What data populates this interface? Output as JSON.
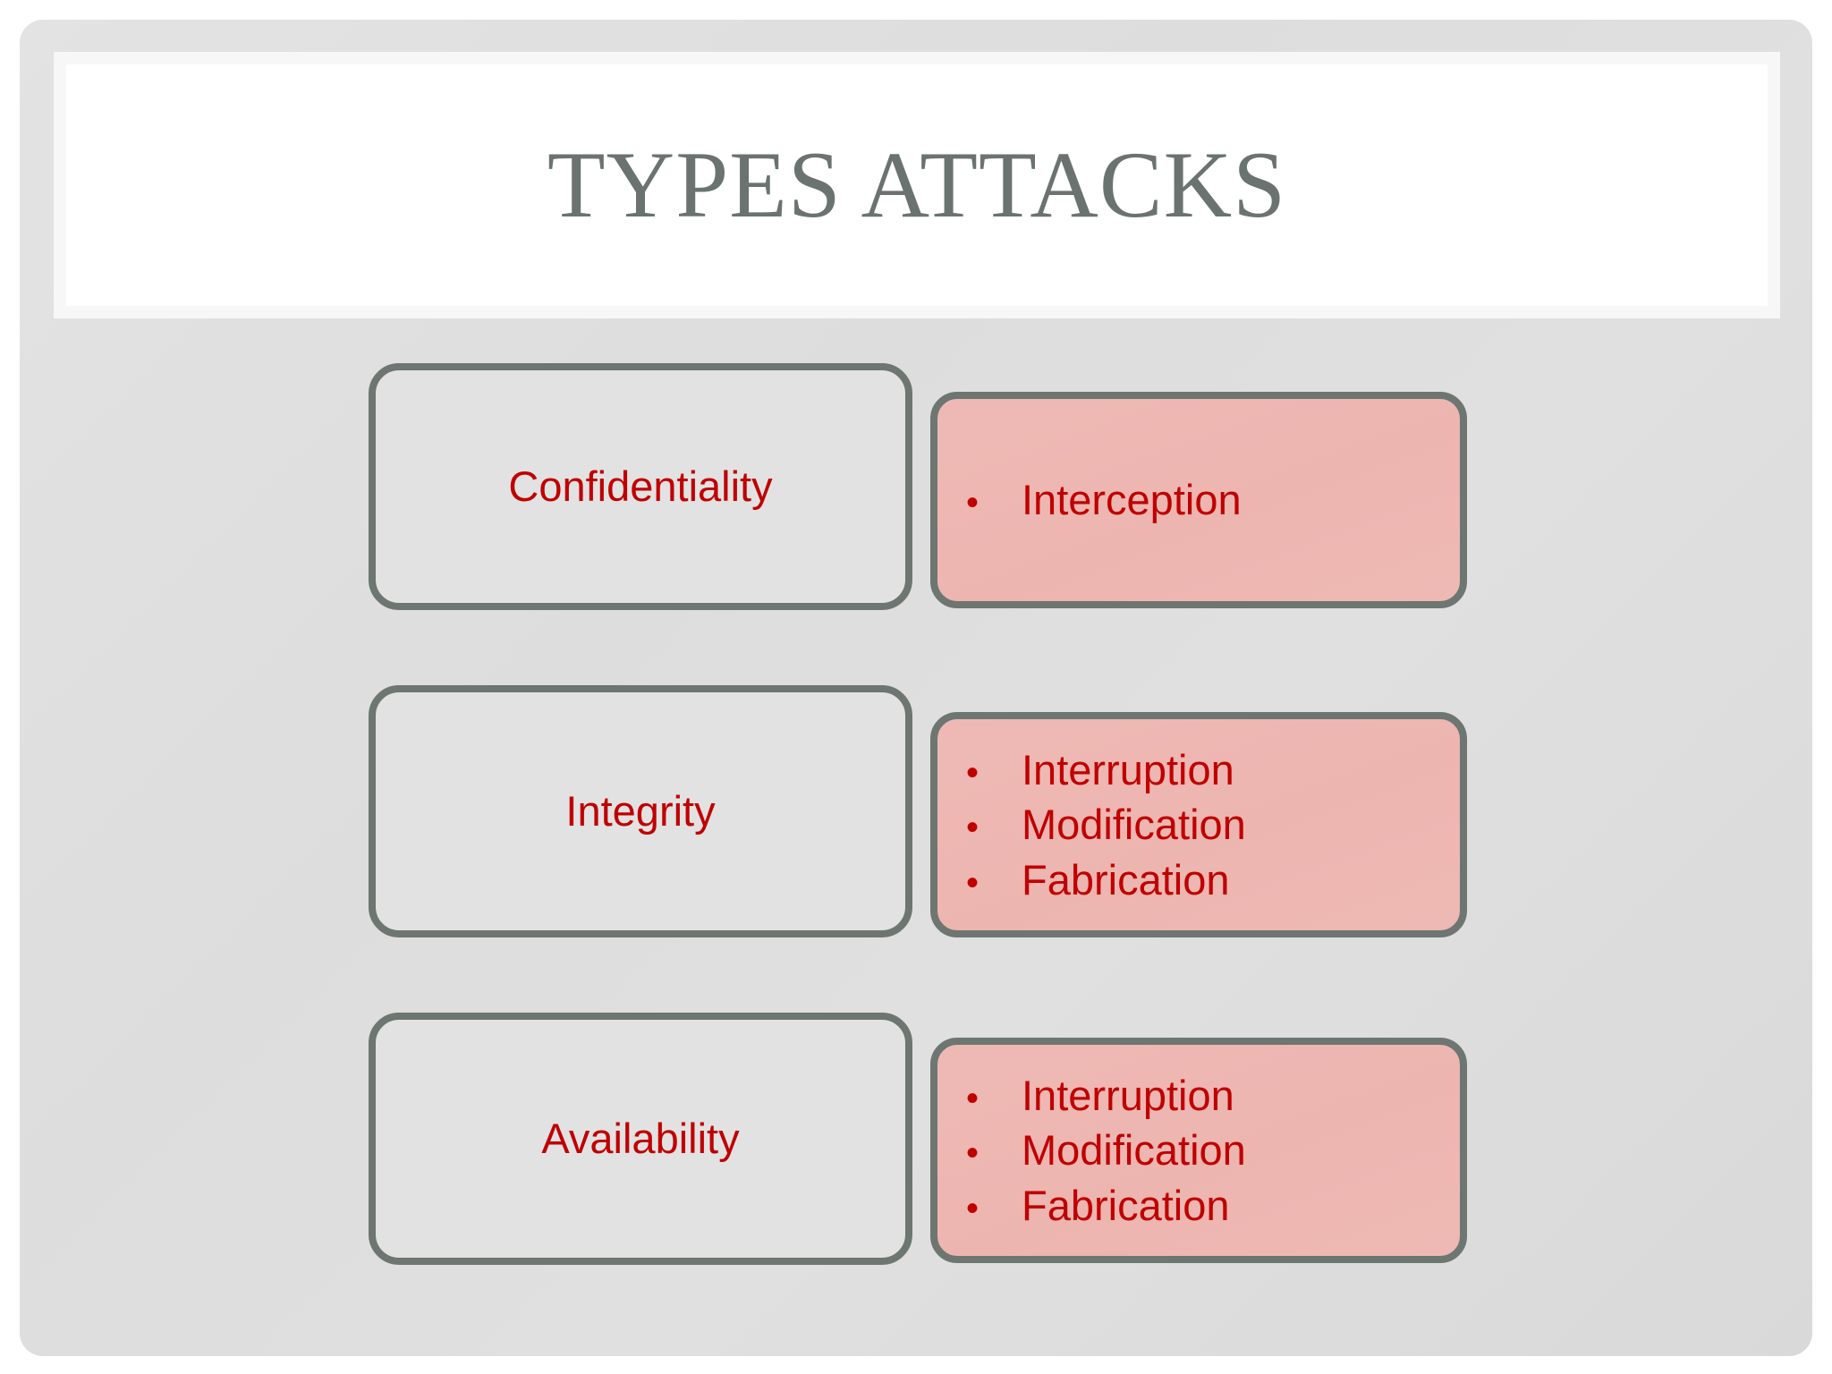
{
  "slide": {
    "title": "TYPES ATTACKS",
    "colors": {
      "title_text": "#6b7370",
      "box_border": "#6d7671",
      "category_fill": "#e2e2e2",
      "attack_fill": "#eeb9b5",
      "text_red": "#c00000",
      "slide_background": "#dedede"
    },
    "bullet_glyph": "•",
    "rows": [
      {
        "category": "Confidentiality",
        "attacks": [
          "Interception"
        ]
      },
      {
        "category": "Integrity",
        "attacks": [
          "Interruption",
          "Modification",
          "Fabrication"
        ]
      },
      {
        "category": "Availability",
        "attacks": [
          "Interruption",
          "Modification",
          "Fabrication"
        ]
      }
    ]
  }
}
